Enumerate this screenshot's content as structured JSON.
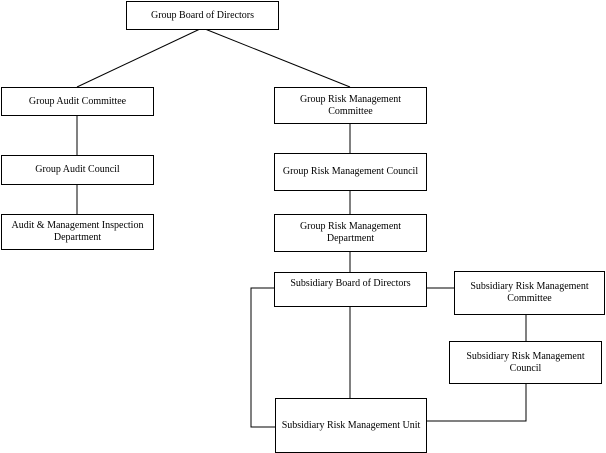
{
  "nodes": {
    "group_board": "Group Board of Directors",
    "group_audit_committee": "Group Audit Committee",
    "group_audit_council": "Group Audit Council",
    "audit_mgmt_inspection": "Audit & Management Inspection Department",
    "group_risk_committee": "Group Risk Management Committee",
    "group_risk_council": "Group Risk Management Council",
    "group_risk_department": "Group Risk Management Department",
    "subsidiary_board": "Subsidiary Board of Directors",
    "subsidiary_risk_committee": "Subsidiary Risk Management Committee",
    "subsidiary_risk_council": "Subsidiary Risk Management Council",
    "subsidiary_risk_unit": "Subsidiary Risk Management Unit"
  }
}
